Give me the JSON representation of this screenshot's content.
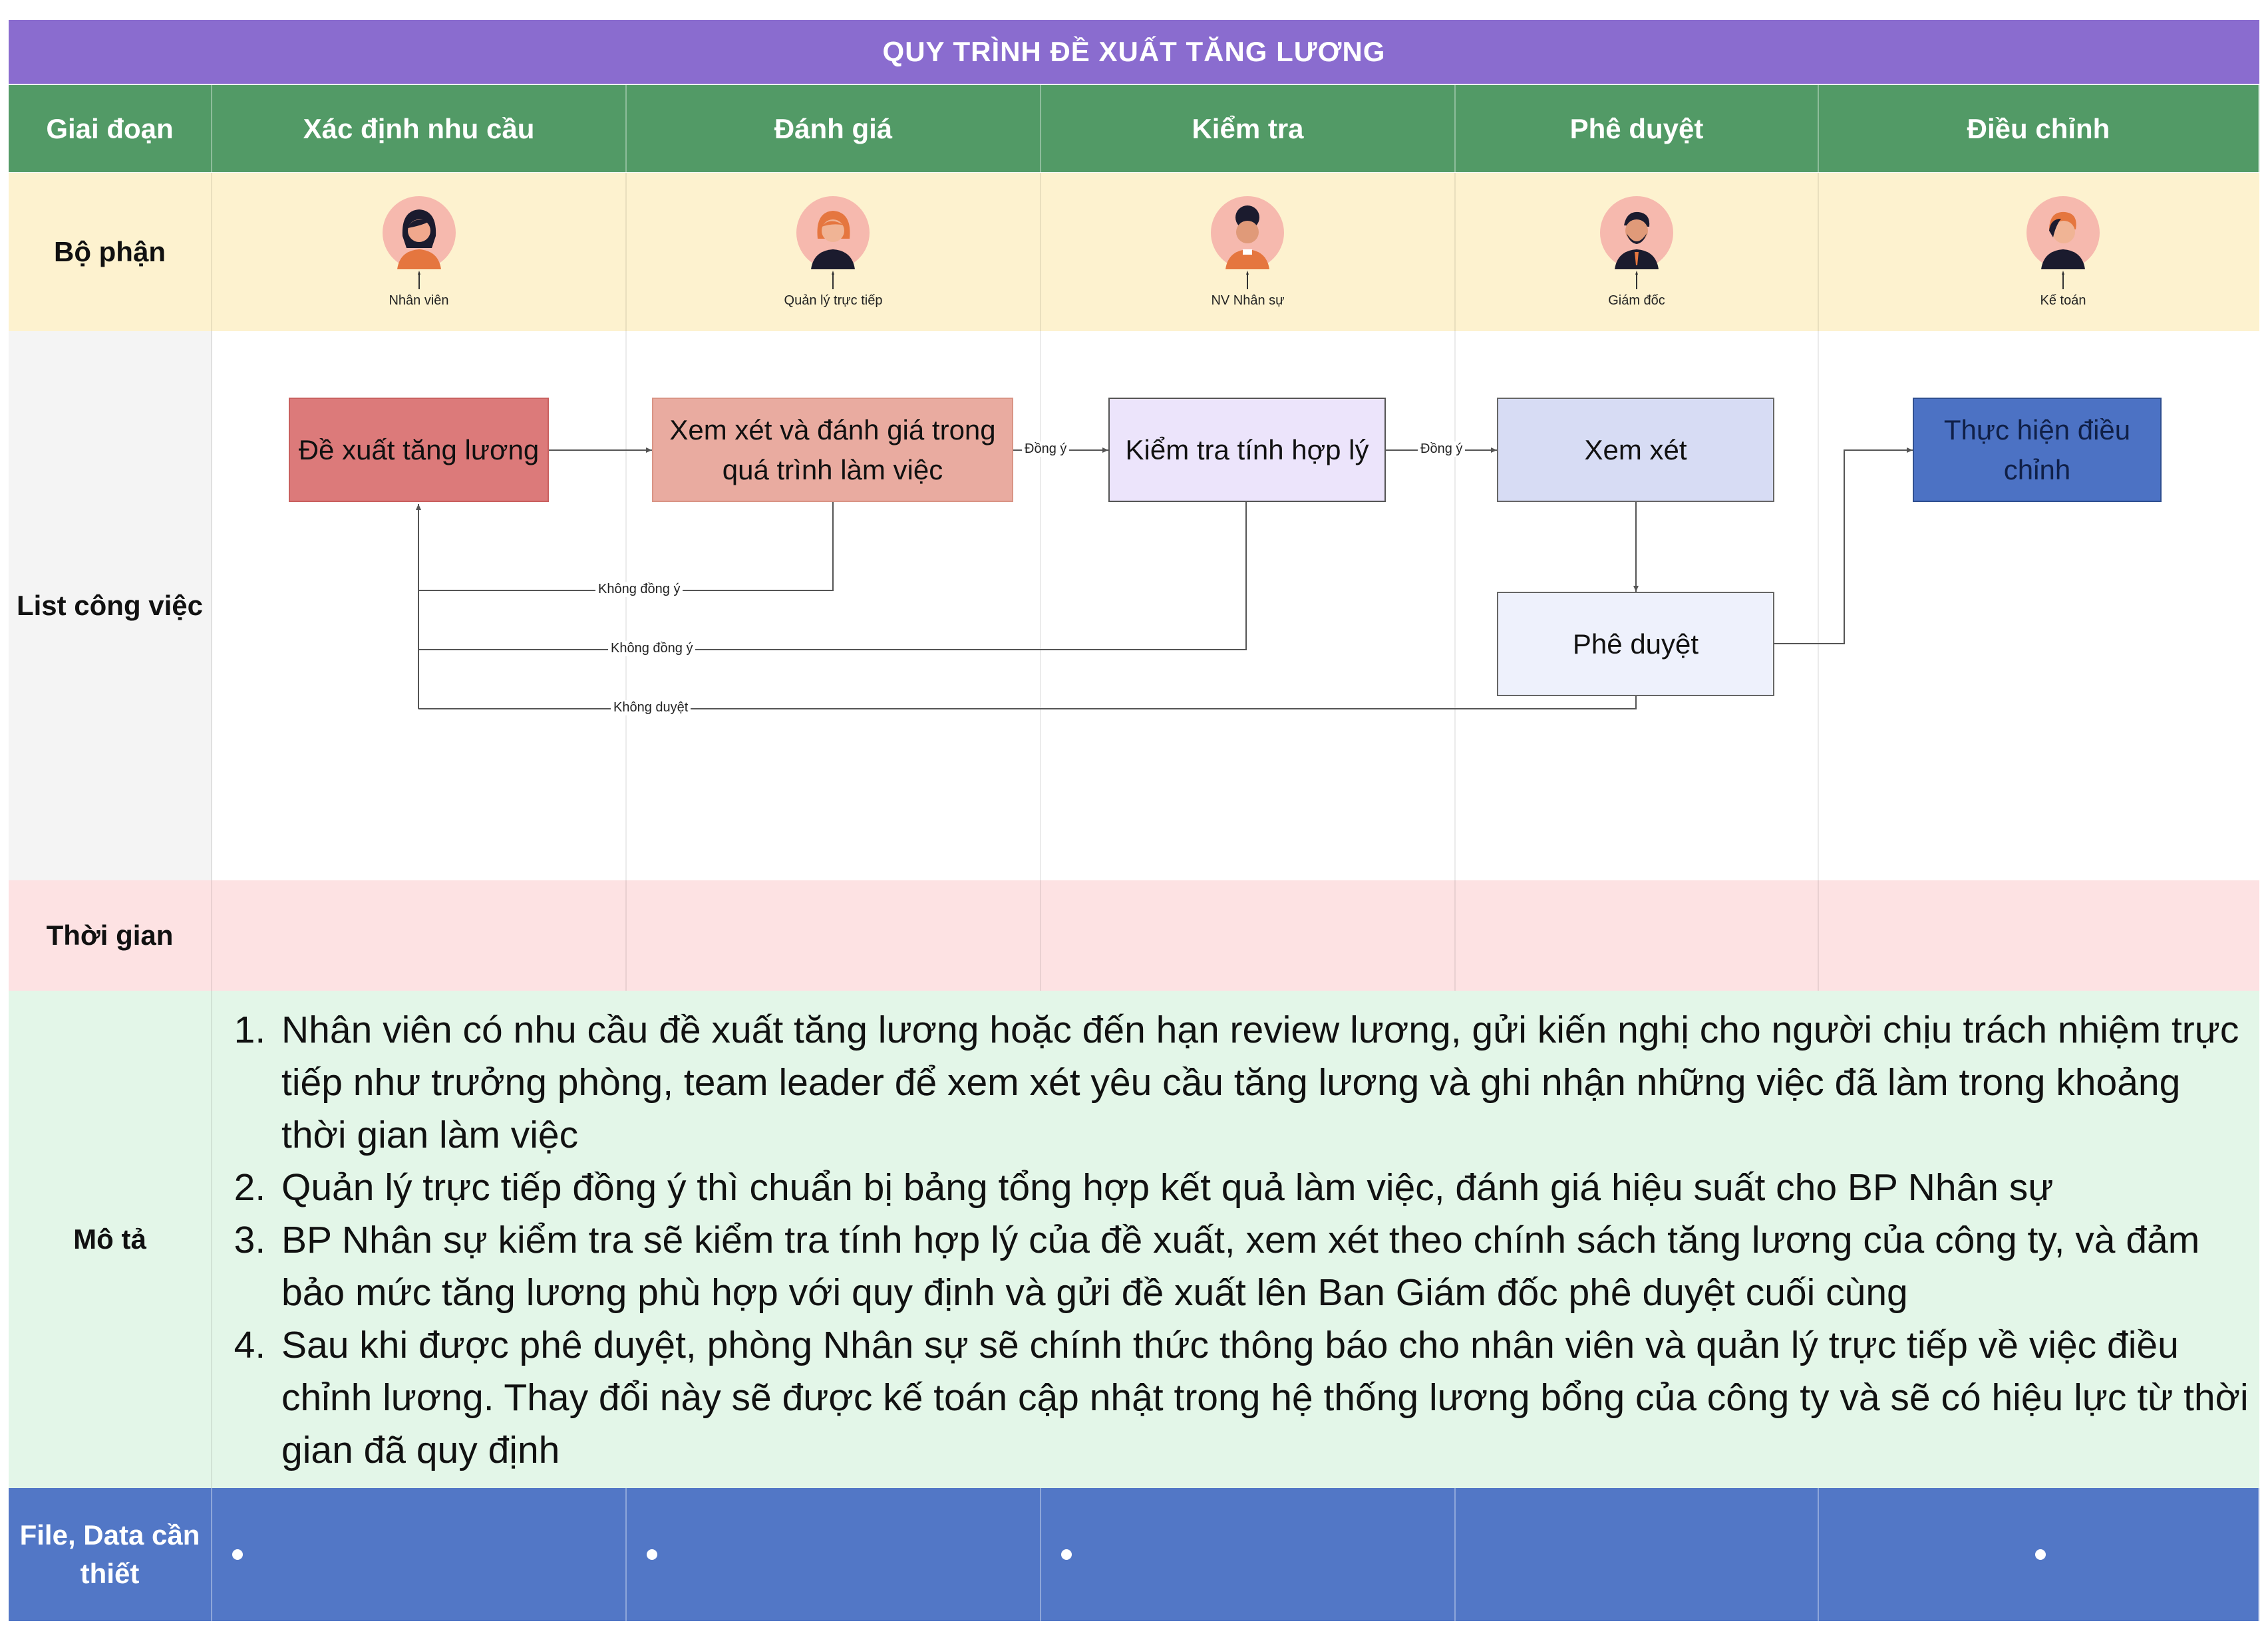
{
  "title": "QUY TRÌNH ĐỀ XUẤT TĂNG LƯƠNG",
  "header": {
    "col0": "Giai đoạn",
    "stages": [
      "Xác định nhu cầu",
      "Đánh giá",
      "Kiểm tra",
      "Phê duyệt",
      "Điều chỉnh"
    ]
  },
  "rows": {
    "department": "Bộ phận",
    "tasks": "List công việc",
    "time": "Thời gian",
    "description": "Mô tả",
    "files": "File, Data cần thiết"
  },
  "people": [
    {
      "label": "Nhân viên",
      "icon": "employee-avatar-icon"
    },
    {
      "label": "Quản lý trực tiếp",
      "icon": "manager-avatar-icon"
    },
    {
      "label": "NV Nhân sự",
      "icon": "hr-staff-avatar-icon"
    },
    {
      "label": "Giám đốc",
      "icon": "director-avatar-icon"
    },
    {
      "label": "Kế toán",
      "icon": "accountant-avatar-icon"
    }
  ],
  "tasks": {
    "propose": "Đề xuất tăng lương",
    "evaluate": "Xem xét và đánh giá trong quá trình làm việc",
    "check": "Kiểm tra tính hợp lý",
    "review": "Xem xét",
    "approve": "Phê duyệt",
    "adjust": "Thực hiện điều chỉnh"
  },
  "edges": {
    "agree1": "Đồng ý",
    "agree2": "Đồng ý",
    "disagree1": "Không đồng ý",
    "disagree2": "Không đồng ý",
    "reject": "Không duyệt"
  },
  "description_items": [
    "Nhân viên có nhu cầu đề xuất tăng lương hoặc đến hạn review lương, gửi kiến nghị cho người chịu trách nhiệm trực tiếp như trưởng phòng, team leader để xem xét yêu cầu tăng lương và ghi nhận những việc đã làm trong khoảng thời gian làm việc",
    "Quản lý trực tiếp đồng ý thì chuẩn bị bảng tổng hợp kết quả làm việc, đánh giá hiệu suất cho BP Nhân sự",
    "BP Nhân sự kiểm tra sẽ kiểm tra tính hợp lý của đề xuất, xem xét theo chính sách tăng lương của công ty, và đảm bảo mức tăng lương phù hợp với quy định và gửi đề xuất lên Ban Giám đốc phê duyệt cuối cùng",
    "Sau khi được phê duyệt, phòng Nhân sự sẽ chính thức thông báo cho nhân viên và quản lý trực tiếp về việc điều chỉnh lương. Thay đổi này sẽ được kế toán cập nhật trong hệ thống lương bổng của công ty và sẽ có hiệu lực từ thời gian đã quy định"
  ],
  "colors": {
    "title_bg": "#8a6ccf",
    "header_bg": "#529a66",
    "department_bg": "#fdf2cf",
    "time_bg": "#fde2e3",
    "description_bg": "#e3f6e8",
    "files_bg": "#5277c6",
    "propose_box": "#dc7a7a",
    "evaluate_box": "#e9aba0",
    "check_box": "#ece4fb",
    "review_box": "#d7dcf4",
    "approve_box": "#eef1fc",
    "adjust_box": "#4c72c4"
  }
}
